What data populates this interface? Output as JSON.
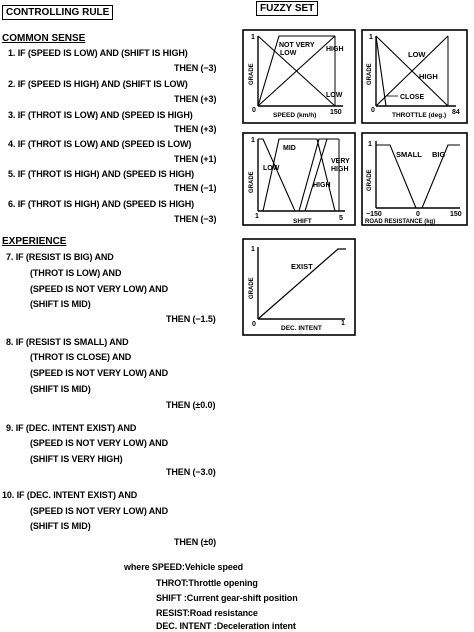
{
  "header": {
    "controlling_rule": "CONTROLLING RULE",
    "fuzzy_set": "FUZZY SET"
  },
  "common_sense": {
    "title": "COMMON SENSE",
    "rules": [
      {
        "cond": [
          "1. IF (SPEED IS LOW) AND (SHIFT IS HIGH)"
        ],
        "then": "THEN (−3)"
      },
      {
        "cond": [
          "2. IF (SPEED IS HIGH) AND (SHIFT IS LOW)"
        ],
        "then": "THEN (+3)"
      },
      {
        "cond": [
          "3. IF (THROT IS LOW) AND (SPEED IS HIGH)"
        ],
        "then": "THEN (+3)"
      },
      {
        "cond": [
          "4. IF (THROT IS LOW) AND (SPEED IS LOW)"
        ],
        "then": "THEN (+1)"
      },
      {
        "cond": [
          "5. IF (THROT IS HIGH) AND (SPEED IS HIGH)"
        ],
        "then": "THEN (−1)"
      },
      {
        "cond": [
          "6. IF (THROT IS HIGH) AND (SPEED IS HIGH)"
        ],
        "then": "THEN (−3)"
      }
    ]
  },
  "experience": {
    "title": "EXPERIENCE",
    "rules": [
      {
        "cond": [
          "7. IF (RESIST IS BIG) AND",
          "(THROT IS LOW) AND",
          "(SPEED IS NOT VERY LOW) AND",
          "(SHIFT IS MID)"
        ],
        "then": "THEN (−1.5)"
      },
      {
        "cond": [
          "8. IF (RESIST IS SMALL) AND",
          "(THROT IS CLOSE) AND",
          "(SPEED IS NOT VERY LOW) AND",
          "(SHIFT IS MID)"
        ],
        "then": "THEN (±0.0)"
      },
      {
        "cond": [
          "9. IF (DEC. INTENT EXIST) AND",
          "(SPEED IS NOT VERY LOW) AND",
          "(SHIFT IS VERY HIGH)"
        ],
        "then": "THEN (−3.0)"
      },
      {
        "cond": [
          "10. IF (DEC. INTENT EXIST) AND",
          "(SPEED IS NOT VERY LOW) AND",
          "(SHIFT IS MID)"
        ],
        "then": "THEN (±0)"
      }
    ]
  },
  "legend": [
    "where SPEED:Vehicle speed",
    "THROT:Throttle opening",
    "SHIFT :Current gear-shift position",
    "RESIST:Road resistance",
    "DEC. INTENT :Deceleration intent"
  ],
  "plots": {
    "speed": {
      "ylabel": "GRADE",
      "xlabel": "SPEED (km/h)",
      "x0": "0",
      "x1": "150",
      "y1": "1",
      "labels": [
        "NOT VERY",
        "LOW",
        "HIGH",
        "LOW"
      ]
    },
    "throttle": {
      "ylabel": "GRADE",
      "xlabel": "THROTTLE (deg.)",
      "x0": "0",
      "x1": "84",
      "y1": "1",
      "labels": [
        "LOW",
        "HIGH",
        "CLOSE"
      ]
    },
    "shift": {
      "ylabel": "GRADE",
      "xlabel": "SHIFT",
      "x0": "1",
      "x1": "5",
      "y1": "1",
      "labels": [
        "MID",
        "LOW",
        "VERY",
        "HIGH",
        "HIGH"
      ]
    },
    "resist": {
      "ylabel": "GRADE",
      "xlabel": "ROAD RESISTANCE (kg)",
      "x0": "−150",
      "xm": "0",
      "x1": "150",
      "y1": "1",
      "labels": [
        "SMALL",
        "BIG"
      ]
    },
    "intent": {
      "ylabel": "GRADE",
      "xlabel": "DEC. INTENT",
      "x0": "0",
      "x1": "1",
      "y1": "1",
      "labels": [
        "EXIST"
      ]
    }
  }
}
